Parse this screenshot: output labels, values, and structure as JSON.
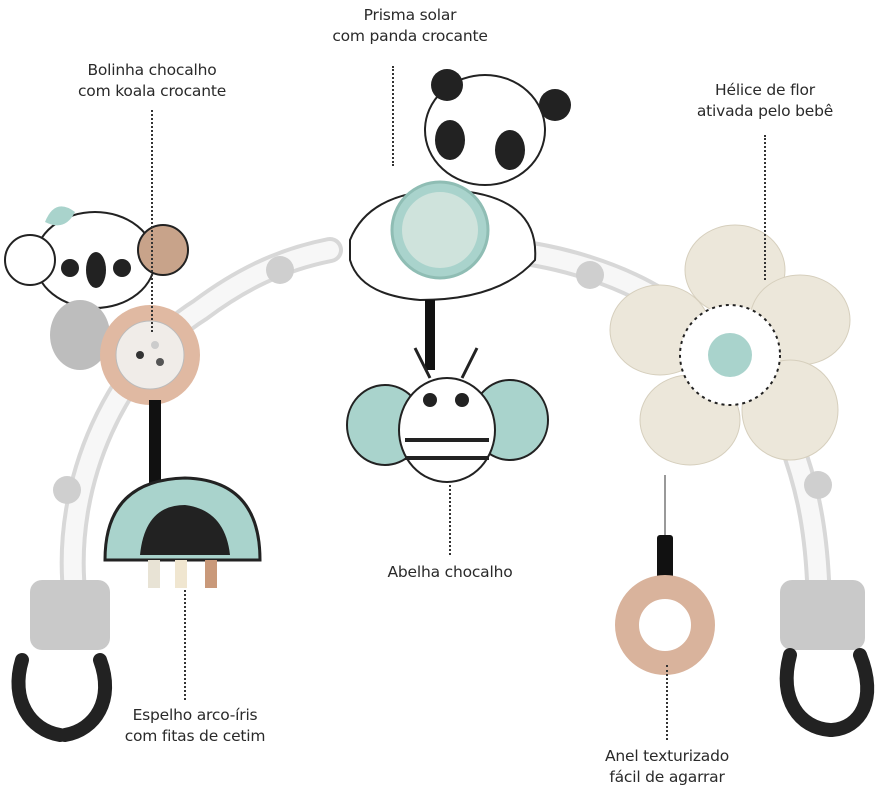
{
  "labels": {
    "panda": {
      "line1": "Prisma solar",
      "line2": "com panda crocante"
    },
    "koala": {
      "line1": "Bolinha chocalho",
      "line2": "com koala crocante"
    },
    "flower": {
      "line1": "Hélice de flor",
      "line2": "ativada pelo bebê"
    },
    "bee": {
      "line1": "Abelha chocalho"
    },
    "mirror": {
      "line1": "Espelho arco-íris",
      "line2": "com fitas de cetim"
    },
    "ring": {
      "line1": "Anel texturizado",
      "line2": "fácil de agarrar"
    }
  },
  "colors": {
    "mint": "#a9d3cc",
    "cream": "#ece7da",
    "peach": "#d9b39c",
    "grey": "#c9c9c9"
  }
}
